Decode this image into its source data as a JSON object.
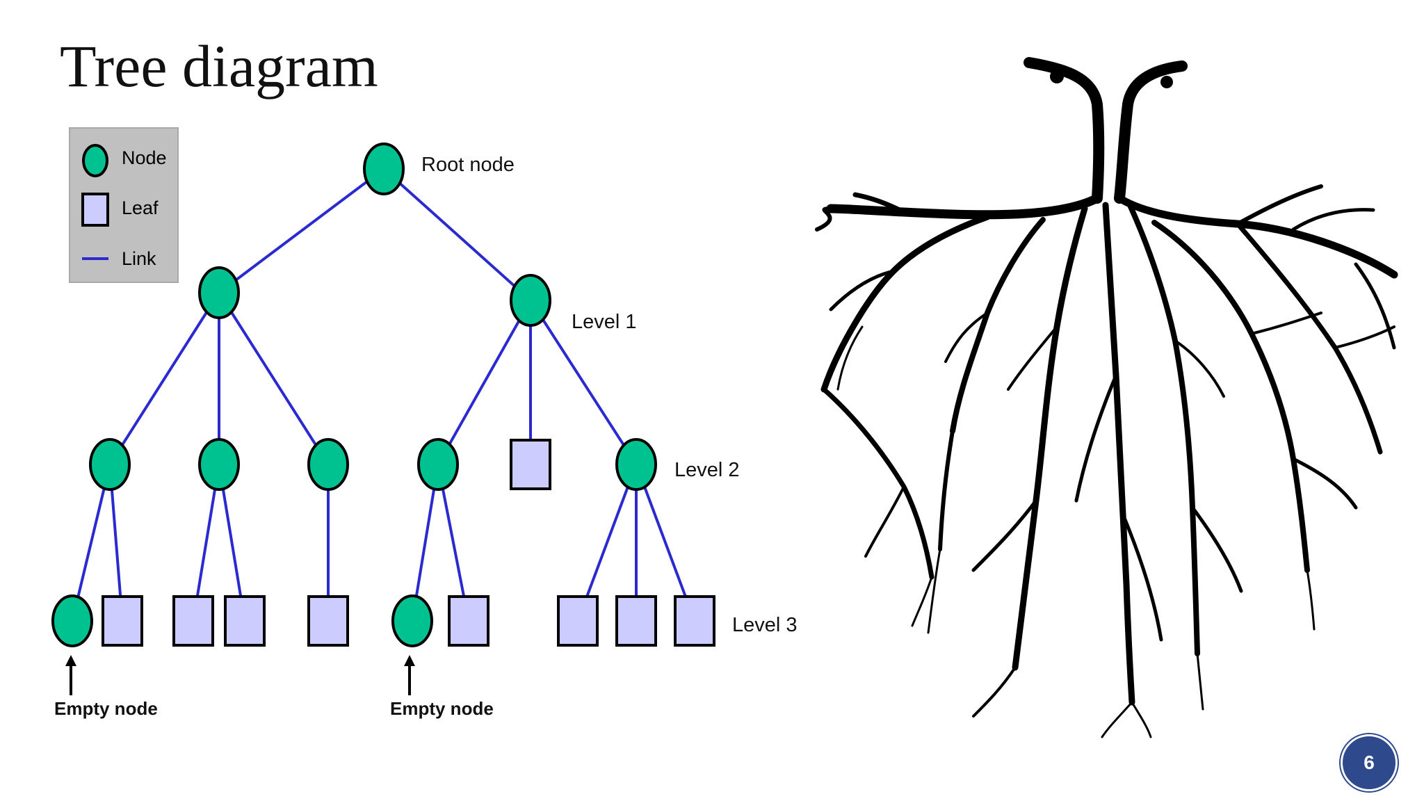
{
  "slide": {
    "title": "Tree diagram",
    "page_number": "6"
  },
  "legend": {
    "node_label": "Node",
    "leaf_label": "Leaf",
    "link_label": "Link"
  },
  "diagram": {
    "root_label": "Root node",
    "level1_label": "Level 1",
    "level2_label": "Level 2",
    "level3_label": "Level 3",
    "empty_node_label_left": "Empty node",
    "empty_node_label_right": "Empty node"
  },
  "colors": {
    "node_fill": "#00c190",
    "leaf_fill": "#ccccff",
    "link": "#2a2ad0",
    "legend_bg": "#c0c0c0",
    "badge": "#2e4a8c"
  }
}
